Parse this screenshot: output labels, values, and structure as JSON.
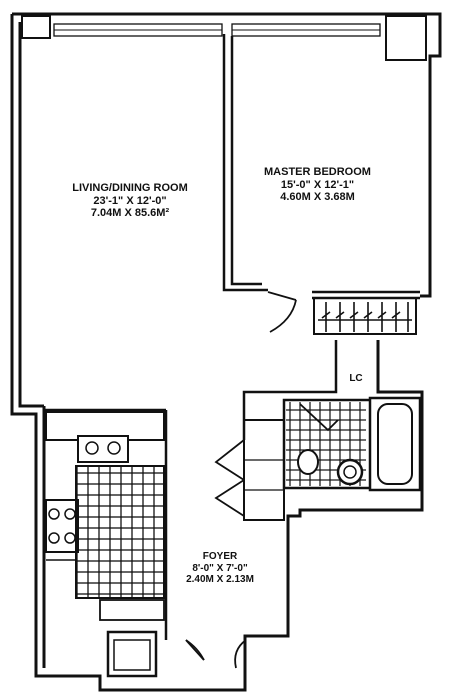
{
  "rooms": {
    "living": {
      "name": "LIVING/DINING ROOM",
      "dim_ft": "23'-1\" X 12'-0\"",
      "dim_m": "7.04M X 85.6M²"
    },
    "bedroom": {
      "name": "MASTER BEDROOM",
      "dim_ft": "15'-0\" X 12'-1\"",
      "dim_m": "4.60M X 3.68M"
    },
    "foyer": {
      "name": "FOYER",
      "dim_ft": "8'-0\" X 7'-0\"",
      "dim_m": "2.40M X 2.13M"
    },
    "closet": {
      "name": "LC"
    }
  }
}
